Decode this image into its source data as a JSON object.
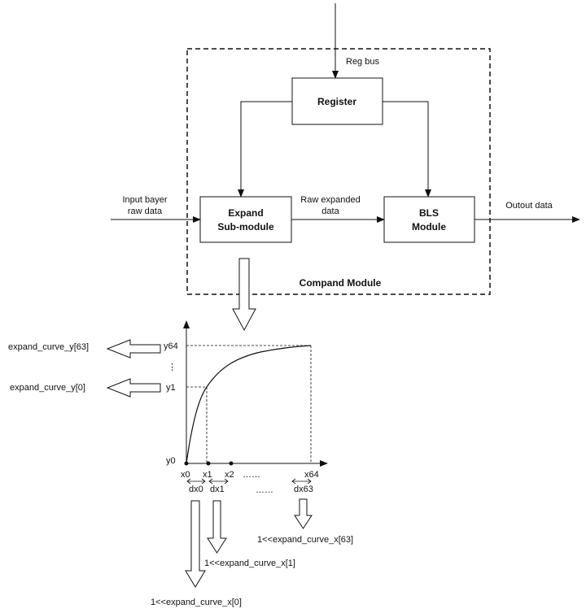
{
  "module": {
    "title": "Compand Module",
    "reg_bus": "Reg bus",
    "register": "Register",
    "expand": [
      "Expand",
      "Sub-module"
    ],
    "bls": [
      "BLS",
      "Module"
    ],
    "input": [
      "Input bayer",
      "raw data"
    ],
    "raw_expanded": [
      "Raw expanded",
      "data"
    ],
    "output": "Outout data"
  },
  "graph": {
    "y_labels": {
      "y64": "y64",
      "y1": "y1",
      "y0": "y0",
      "ellipsis": "⋮"
    },
    "x_labels": {
      "x0": "x0",
      "x1": "x1",
      "x2": "x2",
      "dots": "……",
      "x64": "x64"
    },
    "dx_labels": {
      "dx0": "dx0",
      "dx1": "dx1",
      "dots": "……",
      "dx63": "dx63"
    },
    "curve_y_top": "expand_curve_y[63]",
    "curve_y_bottom": "expand_curve_y[0]",
    "curve_x63": "1<<expand_curve_x[63]",
    "curve_x1": "1<<expand_curve_x[1]",
    "curve_x0": "1<<expand_curve_x[0]"
  }
}
